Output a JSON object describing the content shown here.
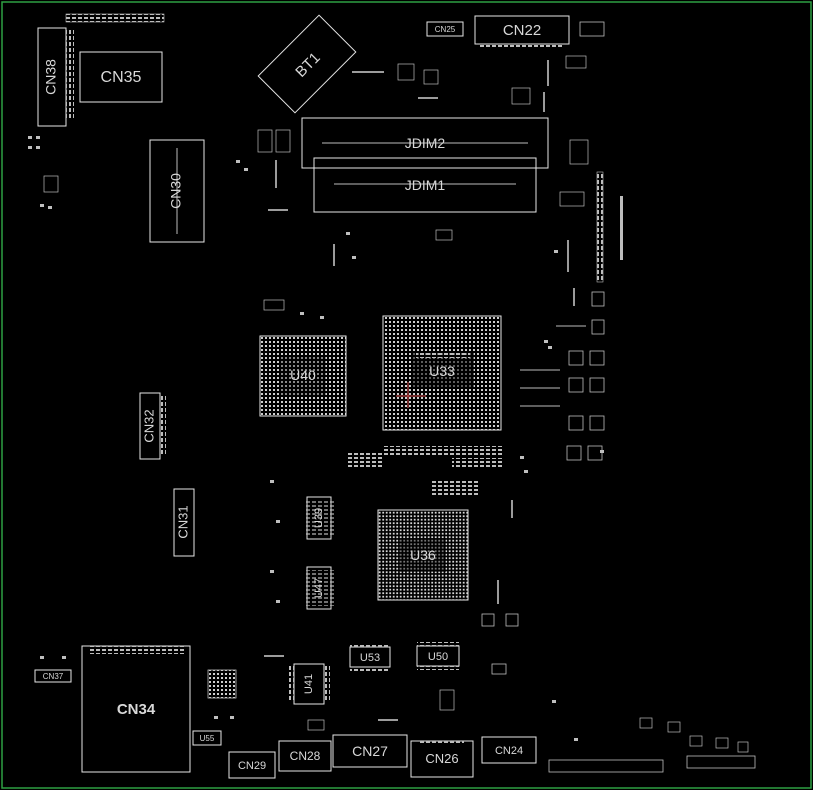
{
  "board": {
    "background": "#000000",
    "outline_color": "#2ea043",
    "silkscreen_color": "#e6e6e6"
  },
  "components": {
    "cn38": "CN38",
    "cn35": "CN35",
    "bt1": "BT1",
    "cn25": "CN25",
    "cn22": "CN22",
    "jdim2": "JDIM2",
    "jdim1": "JDIM1",
    "cn30": "CN30",
    "u40": "U40",
    "u33": "U33",
    "cn32": "CN32",
    "cn31": "CN31",
    "u39": "U39",
    "u36": "U36",
    "u47": "U47",
    "u53": "U53",
    "u50": "U50",
    "cn37": "CN37",
    "cn34": "CN34",
    "u41": "U41",
    "cn28": "CN28",
    "cn27": "CN27",
    "cn26": "CN26",
    "cn24": "CN24",
    "cn29": "CN29",
    "u55": "U55"
  }
}
